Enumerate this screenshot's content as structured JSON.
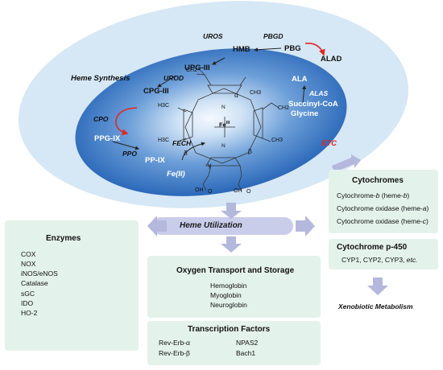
{
  "colors": {
    "outer": "#d6e7f5",
    "matrix": "#2d6fbd",
    "matrix_light": "#e8f2fb",
    "box": "#e4f2ec",
    "arrow": "#b5b8dd",
    "red": "#e02828"
  },
  "heme_synthesis": {
    "label": "Heme Synthesis",
    "metabolites": {
      "hmb": "HMB",
      "pbg": "PBG",
      "upg3": "UPG-III",
      "cpg3": "CPG-III",
      "ala": "ALA",
      "succ": "Succinyl-CoA",
      "glycine": "Glycine",
      "ppg9": "PPG-IX",
      "pp9": "PP-IX",
      "fe": "Fe(II)"
    },
    "enzymes": {
      "uros": "UROS",
      "pbgd": "PBGD",
      "alad": "ALAD",
      "urod": "UROD",
      "cpo": "CPO",
      "alas": "ALAS",
      "ppo": "PPO",
      "fech": "FECH"
    },
    "etc": "ETC"
  },
  "heme_molecule": {
    "fe": "Fe",
    "fe_ox": "III",
    "alpha": "α",
    "beta": "β",
    "gamma": "γ",
    "delta": "δ",
    "ch3": "CH3",
    "h3c": "H3C",
    "ch2": "CH2",
    "oh": "OH",
    "o": "O",
    "n": "N"
  },
  "heme_utilization": "Heme Utilization",
  "enzymes_box": {
    "title": "Enzymes",
    "items": [
      "COX",
      "NOX",
      "iNOS/eNOS",
      "Catalase",
      "sGC",
      "IDO",
      "HO-2"
    ]
  },
  "cytochromes_box": {
    "title": "Cytochromes",
    "items": [
      {
        "pre": "Cytochrome-",
        "em": "b",
        "post": " (heme-",
        "em2": "b",
        "end": ")"
      },
      {
        "pre": "Cytochrome oxidase  (heme-",
        "em": "a",
        "post": ")"
      },
      {
        "pre": "Cytochrome oxidase  (heme-",
        "em": "c",
        "post": ")"
      }
    ]
  },
  "p450_box": {
    "title": "Cytochrome p-450",
    "text": "CYP1, CYP2, CYP3, ",
    "text_em": "etc."
  },
  "xenobiotic": "Xenobiotic Metabolism",
  "oxygen_box": {
    "title": "Oxygen Transport and Storage",
    "items": [
      "Hemoglobin",
      "Myoglobin",
      "Neuroglobin"
    ]
  },
  "tf_box": {
    "title": "Transcription Factors",
    "left": [
      "Rev-Erb-α",
      "Rev-Erb-β"
    ],
    "right": [
      "NPAS2",
      "Bach1"
    ]
  }
}
